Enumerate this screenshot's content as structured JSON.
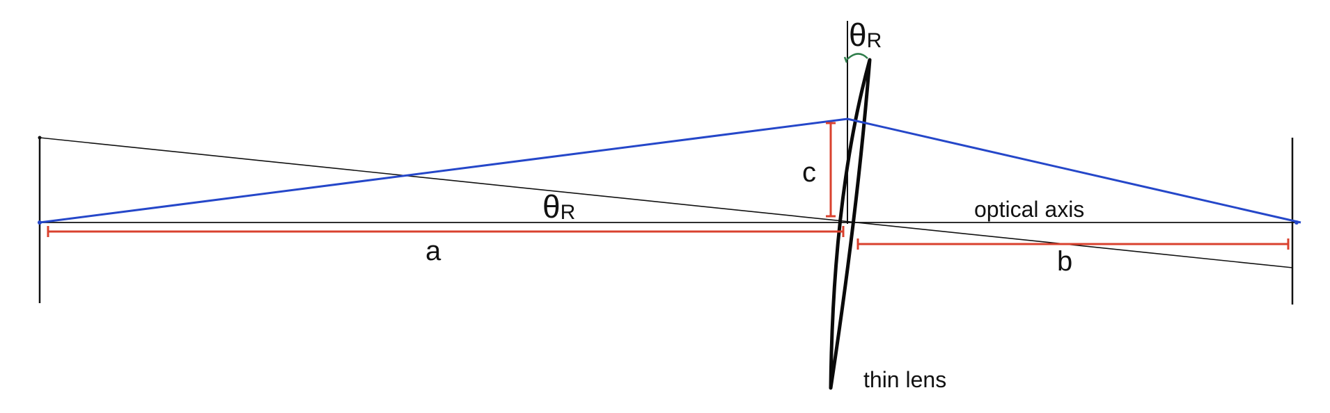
{
  "labels": {
    "tilt_angle_symbol": "θ",
    "tilt_angle_subscript": "R",
    "axis_angle_symbol": "θ",
    "axis_angle_subscript": "R",
    "object_distance": "a",
    "image_distance": "b",
    "ray_height": "c",
    "optical_axis": "optical axis",
    "thin_lens": "thin lens"
  },
  "colors": {
    "axis": "#111111",
    "lens": "#0a0a0a",
    "ray": "#2547c9",
    "dimension": "#d9412e",
    "angle_arc": "#2e7d4a"
  }
}
